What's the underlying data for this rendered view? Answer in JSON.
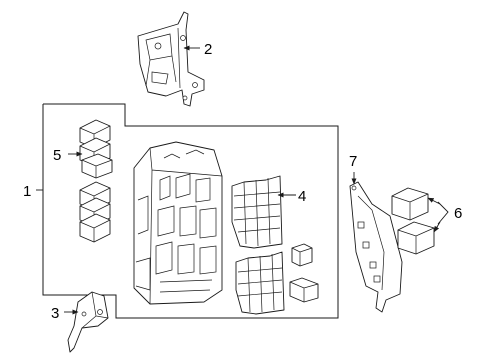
{
  "callouts": {
    "c1": "1",
    "c2": "2",
    "c3": "3",
    "c4": "4",
    "c5": "5",
    "c6": "6",
    "c7": "7"
  },
  "colors": {
    "line": "#1a1a1a",
    "background": "#ffffff"
  }
}
